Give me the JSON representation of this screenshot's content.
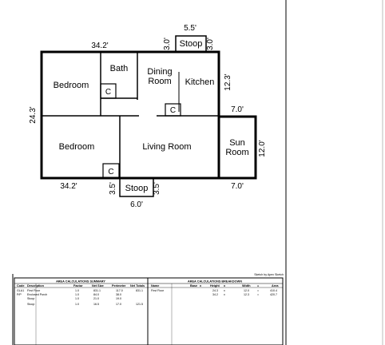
{
  "rooms": {
    "bedroom_top": "Bedroom",
    "bath": "Bath",
    "dining_line1": "Dining",
    "dining_line2": "Room",
    "kitchen": "Kitchen",
    "bedroom_bottom": "Bedroom",
    "living_room": "Living Room",
    "sun_line1": "Sun",
    "sun_line2": "Room",
    "stoop_top": "Stoop",
    "stoop_bottom": "Stoop"
  },
  "closets": [
    "C",
    "C",
    "C"
  ],
  "dimensions": {
    "top_width": "34.2'",
    "bottom_width": "34.2'",
    "left_height": "24.3'",
    "kitchen_side": "12.3'",
    "sunroom_width_top": "7.0'",
    "sunroom_width_bottom": "7.0'",
    "sunroom_height": "12.0'",
    "stoop_top_width": "5.5'",
    "stoop_top_left": "3.0'",
    "stoop_top_right": "3.0'",
    "stoop_bottom_width": "6.0'",
    "stoop_bottom_left": "3.5'",
    "stoop_bottom_right": "3.5'"
  },
  "credit": "Sketch by Apex Sketch",
  "summary": {
    "title": "AREA CALCULATIONS SUMMARY",
    "headers": [
      "Code",
      "Description",
      "Factor",
      "Net Size",
      "Perimeter",
      "Net Totals"
    ],
    "rows": [
      [
        "GLA1",
        "First Floor",
        "1.0",
        "831.1",
        "117.0",
        "831.1"
      ],
      [
        "P/P",
        "Enclosed Porch",
        "1.0",
        "84.0",
        "38.0",
        ""
      ],
      [
        "",
        "Stoop",
        "1.0",
        "21.0",
        "19.0",
        ""
      ],
      [
        "",
        "Stoop",
        "1.0",
        "16.5",
        "17.0",
        "121.5"
      ]
    ]
  },
  "breakdown": {
    "title": "AREA CALCULATIONS BREAKDOWN",
    "headers": [
      "Name",
      "Base",
      "x",
      "Height",
      "x",
      "Width",
      "=",
      "Area"
    ],
    "rows": [
      [
        "First Floor",
        "",
        "",
        "24.3",
        "x",
        "12.0",
        "=",
        "410.4"
      ],
      [
        "",
        "",
        "",
        "34.2",
        "x",
        "12.3",
        "=",
        "420.7"
      ]
    ]
  }
}
